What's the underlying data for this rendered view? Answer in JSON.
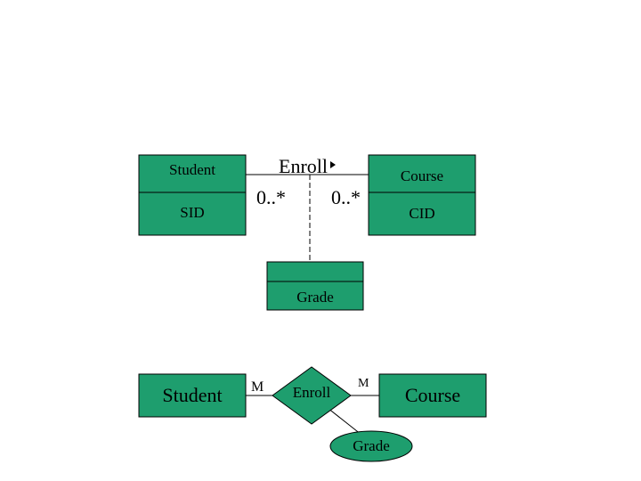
{
  "uml": {
    "student_class": {
      "name": "Student",
      "attribute": "SID"
    },
    "course_class": {
      "name": "Course",
      "attribute": "CID"
    },
    "association": {
      "name": "Enroll",
      "multiplicity_left": "0..*",
      "multiplicity_right": "0..*"
    },
    "association_class": {
      "name": "",
      "attribute": "Grade"
    }
  },
  "er": {
    "entity_left": "Student",
    "entity_right": "Course",
    "relationship": "Enroll",
    "attribute": "Grade",
    "cardinality_left": "M",
    "cardinality_right": "M"
  },
  "colors": {
    "fill": "#1e9e6e",
    "line": "#000000"
  }
}
